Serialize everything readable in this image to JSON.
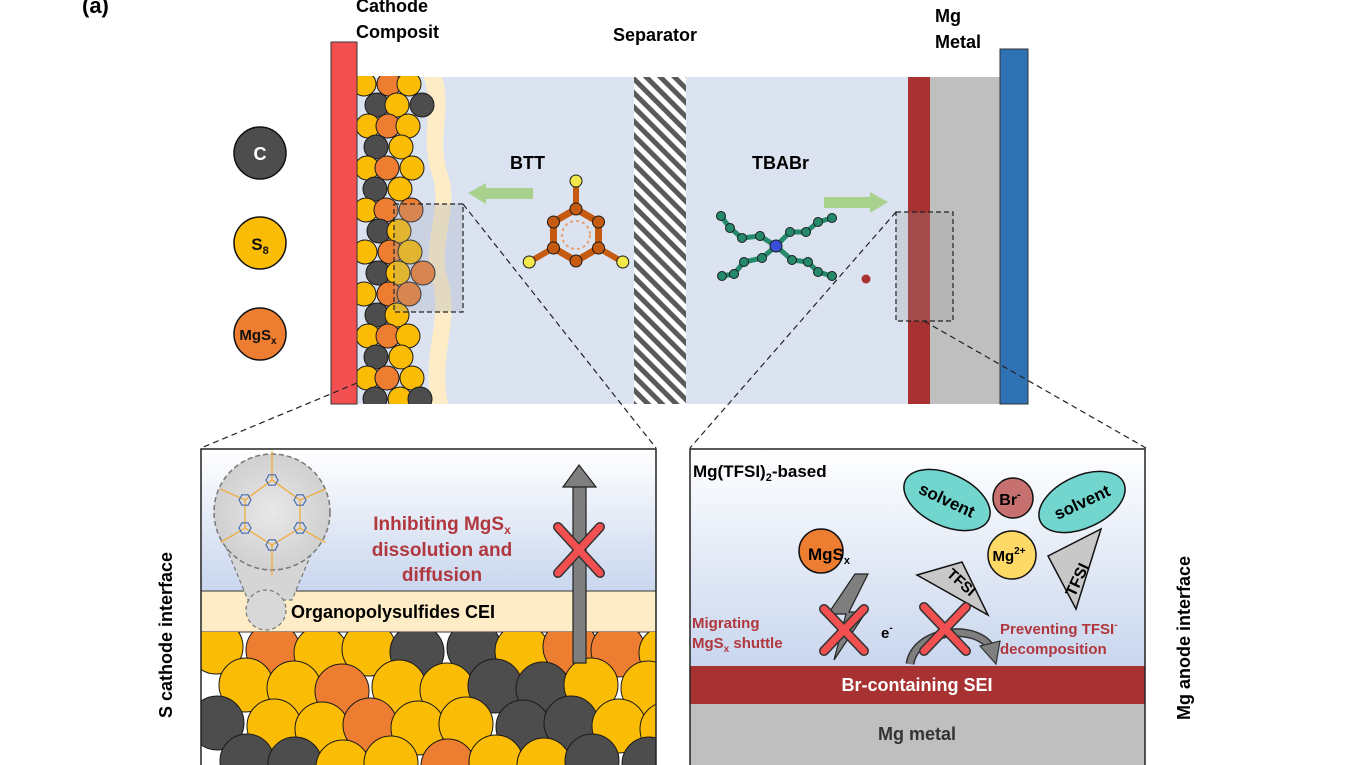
{
  "figure": {
    "panel_label": "(a)",
    "top_labels": {
      "cathode_line1": "Cathode",
      "cathode_line2": "Composit",
      "separator": "Separator",
      "mg_line1": "Mg",
      "mg_line2": "Metal"
    },
    "legend": {
      "carbon": "C",
      "sulfur_base": "S",
      "sulfur_sub": "8",
      "mgsx_base": "MgS",
      "mgsx_sub": "x"
    },
    "additives": {
      "left": "BTT",
      "right": "TBABr"
    },
    "left_panel": {
      "side_title": "S cathode interface",
      "msg_line1_base": "Inhibiting MgS",
      "msg_line1_sub": "x",
      "msg_line2": "dissolution and",
      "msg_line3": "diffusion",
      "cei_label": "Organopolysulfides CEI"
    },
    "right_panel": {
      "side_title": "Mg anode interface",
      "electrolyte_a": "Mg(TFSI)",
      "electrolyte_sub": "2",
      "electrolyte_b": "-based",
      "solvent": "solvent",
      "bromide_base": "Br",
      "bromide_sup": "-",
      "mg_ion_base": "Mg",
      "mg_ion_sup": "2+",
      "tfsi": "TFSI",
      "tfsi_sup": "-",
      "mgsx_base": "MgS",
      "mgsx_sub": "x",
      "migrating_line1": "Migrating",
      "migrating_line2_base": "MgS",
      "migrating_line2_sub": "x",
      "migrating_line2_end": " shuttle",
      "electron_base": "e",
      "electron_sup": "-",
      "preventing_line1": "Preventing TFSI",
      "preventing_sup": "-",
      "preventing_line2": "decomposition",
      "sei_label": "Br-containing SEI",
      "metal_label": "Mg metal"
    },
    "colors": {
      "cathode_current_collector": "#f25050",
      "anode_current_collector": "#2f72b4",
      "mg_red_layer": "#a83232",
      "mg_metal": "#bfbfbf",
      "electrolyte": "#dbe3f1",
      "cei": "#fdecc6",
      "carbon": "#4d4d4d",
      "sulfur": "#fbbc05",
      "mgsx": "#ed7d31",
      "solvent": "#72d6cf",
      "bromide": "#c77070",
      "arrow_green": "#a9d18e",
      "btt_ring": "#c55a11",
      "tbabr_chain": "#248a6b",
      "message_red": "#b0373d"
    }
  }
}
